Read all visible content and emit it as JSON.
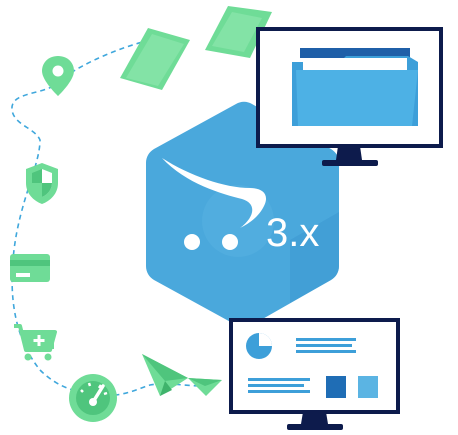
{
  "logo": {
    "version": "3.x",
    "hex_color": "#4aa8dc"
  },
  "path_icons": [
    "location-pin-icon",
    "shield-icon",
    "credit-card-icon",
    "shopping-cart-add-icon",
    "speedometer-icon",
    "paper-plane-icon",
    "paper-bills-icon"
  ],
  "monitors": [
    "folder-monitor",
    "dashboard-monitor"
  ],
  "colors": {
    "accent_green": "#6fdc97",
    "dark_green": "#4fc57d",
    "accent_blue": "#3da3dc",
    "monitor_frame": "#0d1b4c",
    "dash_line": "#3fa7dc"
  }
}
